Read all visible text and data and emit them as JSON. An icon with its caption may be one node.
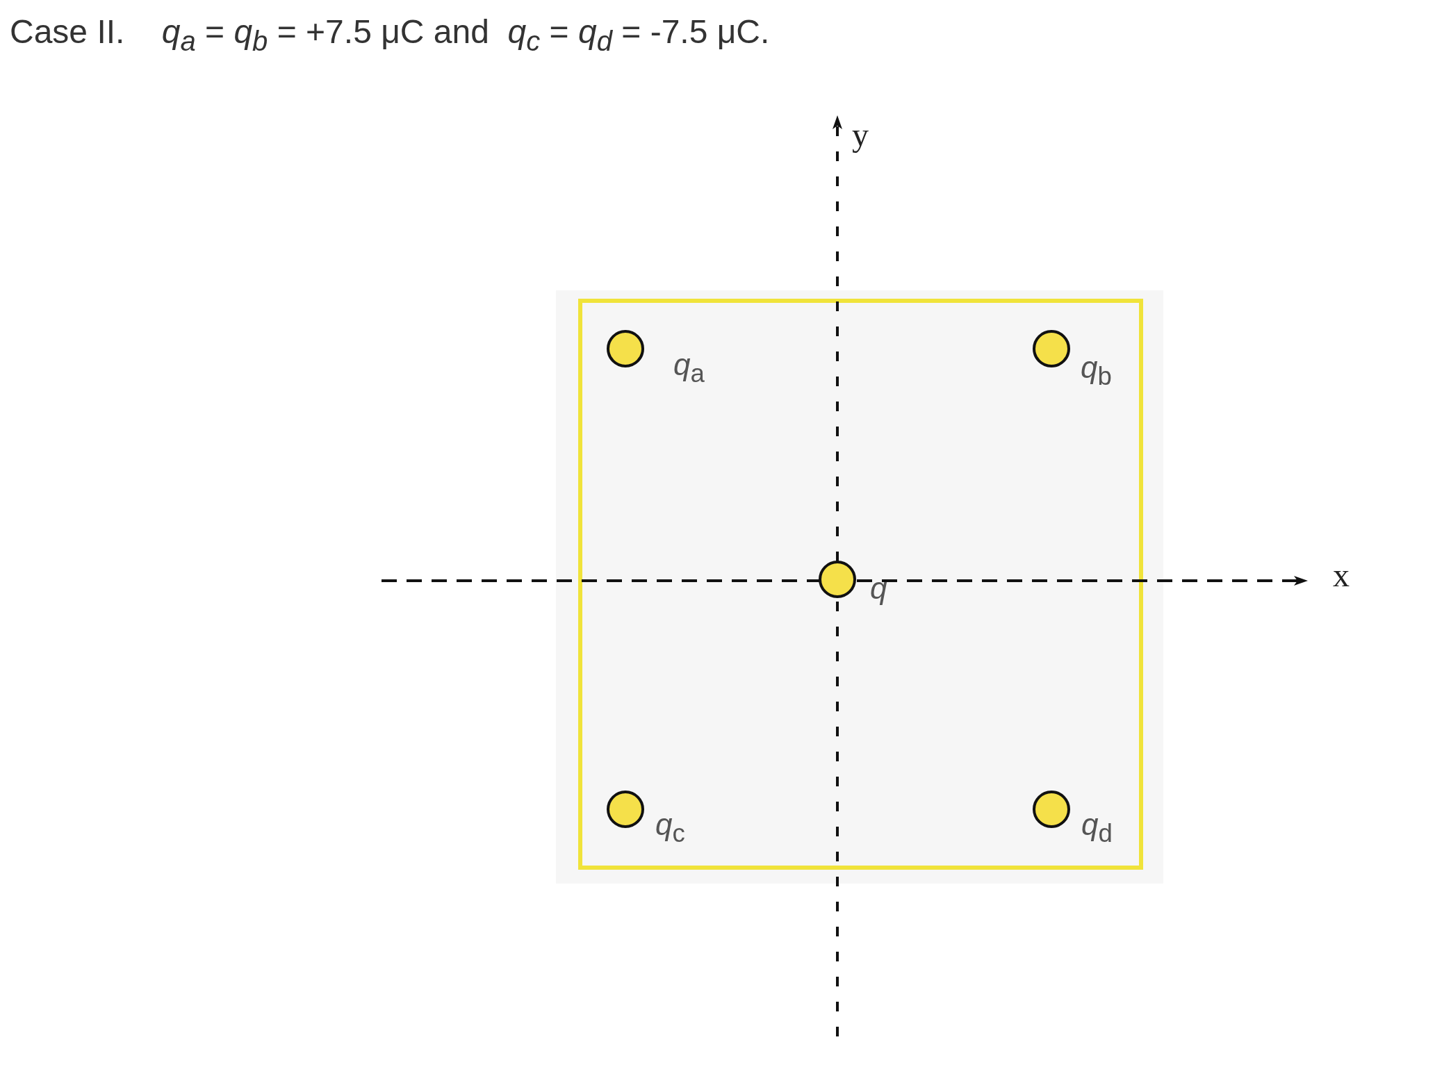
{
  "diagram": {
    "title": "Case II.    *q*$_{a}$ = *q*$_{b}$ = +7.5 μC and  *q*$_{c}$ = *q*$_{d}$ = -7.5 μC.",
    "nodes": [
      {
        "text": [
          "*q*$_{a}$"
        ]
      },
      {
        "text": [
          "*q*$_{b}$"
        ]
      },
      {
        "text": [
          "*q*"
        ]
      },
      {
        "text": [
          "*q*$_{c}$"
        ]
      },
      {
        "text": [
          "*q*$_{d}$"
        ]
      }
    ],
    "labels": [
      "y",
      "x"
    ]
  }
}
